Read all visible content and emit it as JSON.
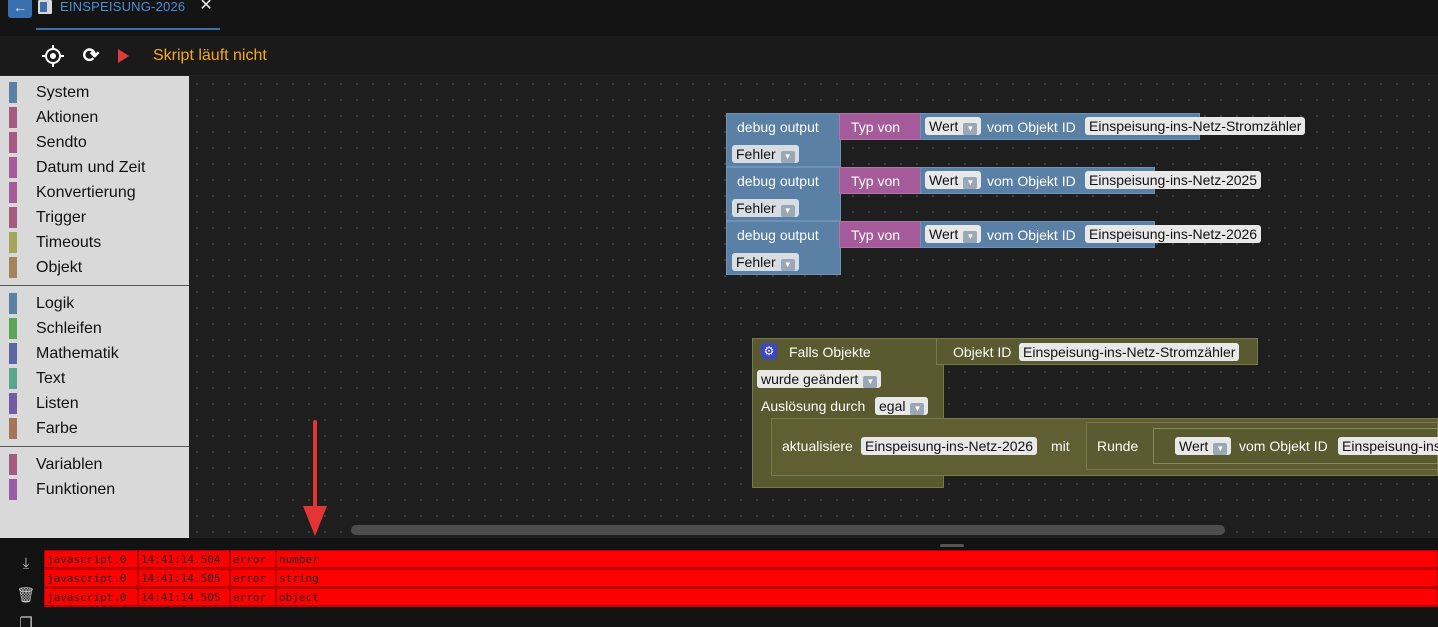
{
  "tab": {
    "title": "EINSPEISUNG-2026",
    "close": "✕",
    "back": "←"
  },
  "toolbar": {
    "status": "Skript läuft nicht",
    "reload_icon": "⟳"
  },
  "sidebar": {
    "group1": [
      {
        "label": "System",
        "color": "#5b80a5"
      },
      {
        "label": "Aktionen",
        "color": "#a55b80"
      },
      {
        "label": "Sendto",
        "color": "#a55b80"
      },
      {
        "label": "Datum und Zeit",
        "color": "#a55b99"
      },
      {
        "label": "Konvertierung",
        "color": "#a55b99"
      },
      {
        "label": "Trigger",
        "color": "#a55b80"
      },
      {
        "label": "Timeouts",
        "color": "#a5a55b"
      },
      {
        "label": "Objekt",
        "color": "#a5845b"
      }
    ],
    "group2": [
      {
        "label": "Logik",
        "color": "#5b80a5"
      },
      {
        "label": "Schleifen",
        "color": "#5ba55b"
      },
      {
        "label": "Mathematik",
        "color": "#5b67a5"
      },
      {
        "label": "Text",
        "color": "#5ba58c"
      },
      {
        "label": "Listen",
        "color": "#745ba5"
      },
      {
        "label": "Farbe",
        "color": "#a5745b"
      }
    ],
    "group3": [
      {
        "label": "Variablen",
        "color": "#a55b80"
      },
      {
        "label": "Funktionen",
        "color": "#995ba5"
      }
    ]
  },
  "blocks": {
    "debug_label": "debug output",
    "typ_label": "Typ von",
    "wert_label": "Wert",
    "vom_label": "vom Objekt ID",
    "fehler_label": "Fehler",
    "debug_rows": [
      {
        "object": "Einspeisung-ins-Netz-Stromzähler"
      },
      {
        "object": "Einspeisung-ins-Netz-2025"
      },
      {
        "object": "Einspeisung-ins-Netz-2026"
      }
    ],
    "trigger": {
      "title": "Falls Objekte",
      "object_label": "Objekt ID",
      "object": "Einspeisung-ins-Netz-Stromzähler",
      "condition": "wurde geändert",
      "ausloesung_label": "Auslösung durch",
      "ausloesung_value": "egal",
      "update_label": "aktualisiere",
      "update_target": "Einspeisung-ins-Netz-2026",
      "mit_label": "mit",
      "runde_label": "Runde",
      "inner_object": "Einspeisung-ins"
    }
  },
  "log": {
    "rows": [
      {
        "source": "javascript.0",
        "time": "14:41:14.504",
        "level": "error",
        "msg": "number"
      },
      {
        "source": "javascript.0",
        "time": "14:41:14.505",
        "level": "error",
        "msg": "string"
      },
      {
        "source": "javascript.0",
        "time": "14:41:14.505",
        "level": "error",
        "msg": "object"
      }
    ]
  }
}
